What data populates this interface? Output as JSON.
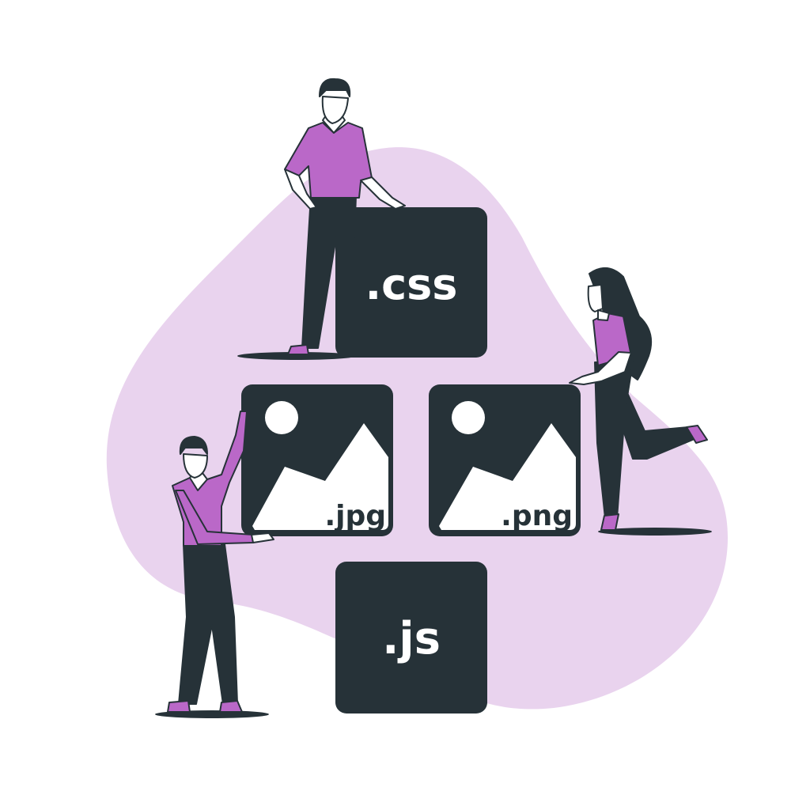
{
  "illustration": {
    "colors": {
      "background": "#ffffff",
      "blob": "#e9d3ee",
      "tile": "#263238",
      "tile_text": "#ffffff",
      "accent": "#ba68c8",
      "skin": "#ffffff",
      "outline": "#263238"
    },
    "tiles": [
      {
        "id": "css",
        "label": ".css",
        "kind": "text"
      },
      {
        "id": "jpg",
        "label": ".jpg",
        "kind": "image"
      },
      {
        "id": "png",
        "label": ".png",
        "kind": "image"
      },
      {
        "id": "js",
        "label": ".js",
        "kind": "text"
      }
    ],
    "people": [
      {
        "id": "man-top",
        "pose": "standing on css tile"
      },
      {
        "id": "man-left",
        "pose": "holding jpg tile"
      },
      {
        "id": "woman-right",
        "pose": "leaning on png tile"
      }
    ]
  }
}
